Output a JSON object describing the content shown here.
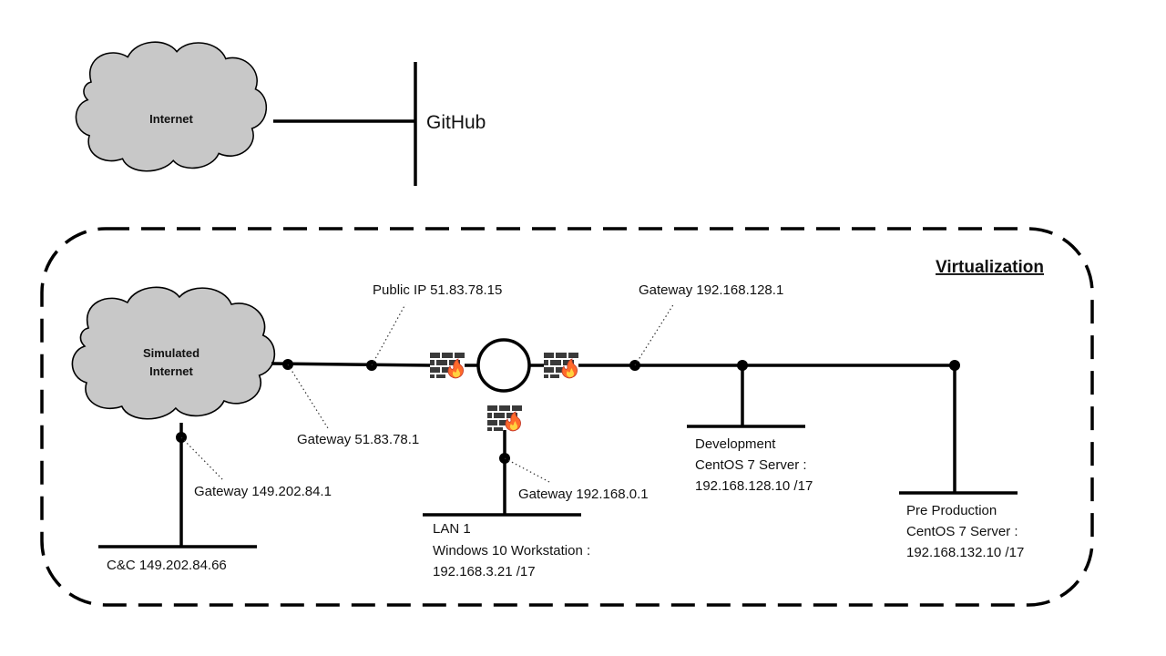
{
  "internet_cloud": {
    "label": "Internet"
  },
  "github": {
    "label": "GitHub"
  },
  "virtualization": {
    "title": "Virtualization",
    "simulated_internet": {
      "label_line1": "Simulated",
      "label_line2": "Internet"
    },
    "labels": {
      "public_ip": "Public IP 51.83.78.15",
      "gateway_wan": "Gateway 51.83.78.1",
      "gateway_cc": "Gateway 149.202.84.1",
      "gateway_dev_net": "Gateway 192.168.128.1",
      "gateway_lan": "Gateway 192.168.0.1"
    },
    "cc": {
      "label": "C&C 149.202.84.66"
    },
    "lan": {
      "line1": "LAN 1",
      "line2": "Windows 10 Workstation :",
      "line3": "192.168.3.21 /17"
    },
    "development": {
      "line1": "Development",
      "line2": "CentOS 7 Server :",
      "line3": "192.168.128.10 /17"
    },
    "preproduction": {
      "line1": "Pre Production",
      "line2": "CentOS 7 Server :",
      "line3": "192.168.132.10 /17"
    }
  },
  "icons": {
    "firewall": "firewall-icon",
    "router": "router-icon",
    "cloud": "cloud-icon"
  },
  "colors": {
    "cloud_fill": "#c8c8c8",
    "line": "#000000",
    "firewall_brick": "#3a3a3a",
    "flame": "#ff6a2b"
  }
}
